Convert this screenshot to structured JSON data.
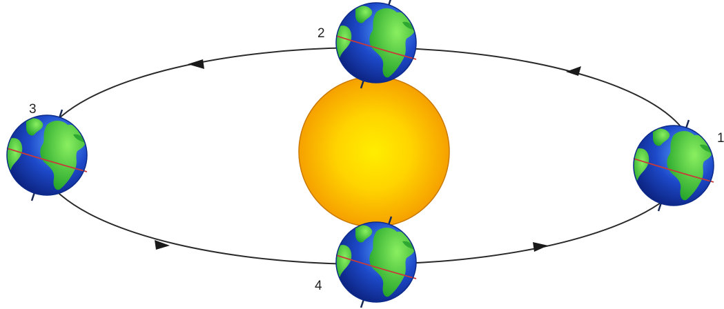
{
  "diagram": {
    "caption": "",
    "positions": [
      {
        "label": "1",
        "id": "1"
      },
      {
        "label": "2",
        "id": "2"
      },
      {
        "label": "3",
        "id": "3"
      },
      {
        "label": "4",
        "id": "4"
      }
    ],
    "sun": {
      "name": "sun",
      "core_color": "#ffee00",
      "edge_color": "#f7a000"
    },
    "earth": {
      "name": "earth",
      "ocean_color": "#1d49c9",
      "land_color": "#3fc43b",
      "equator_color": "#c83a3a"
    },
    "orbit": {
      "stroke_color": "#2a2a2a",
      "direction": "counterclockwise"
    }
  }
}
